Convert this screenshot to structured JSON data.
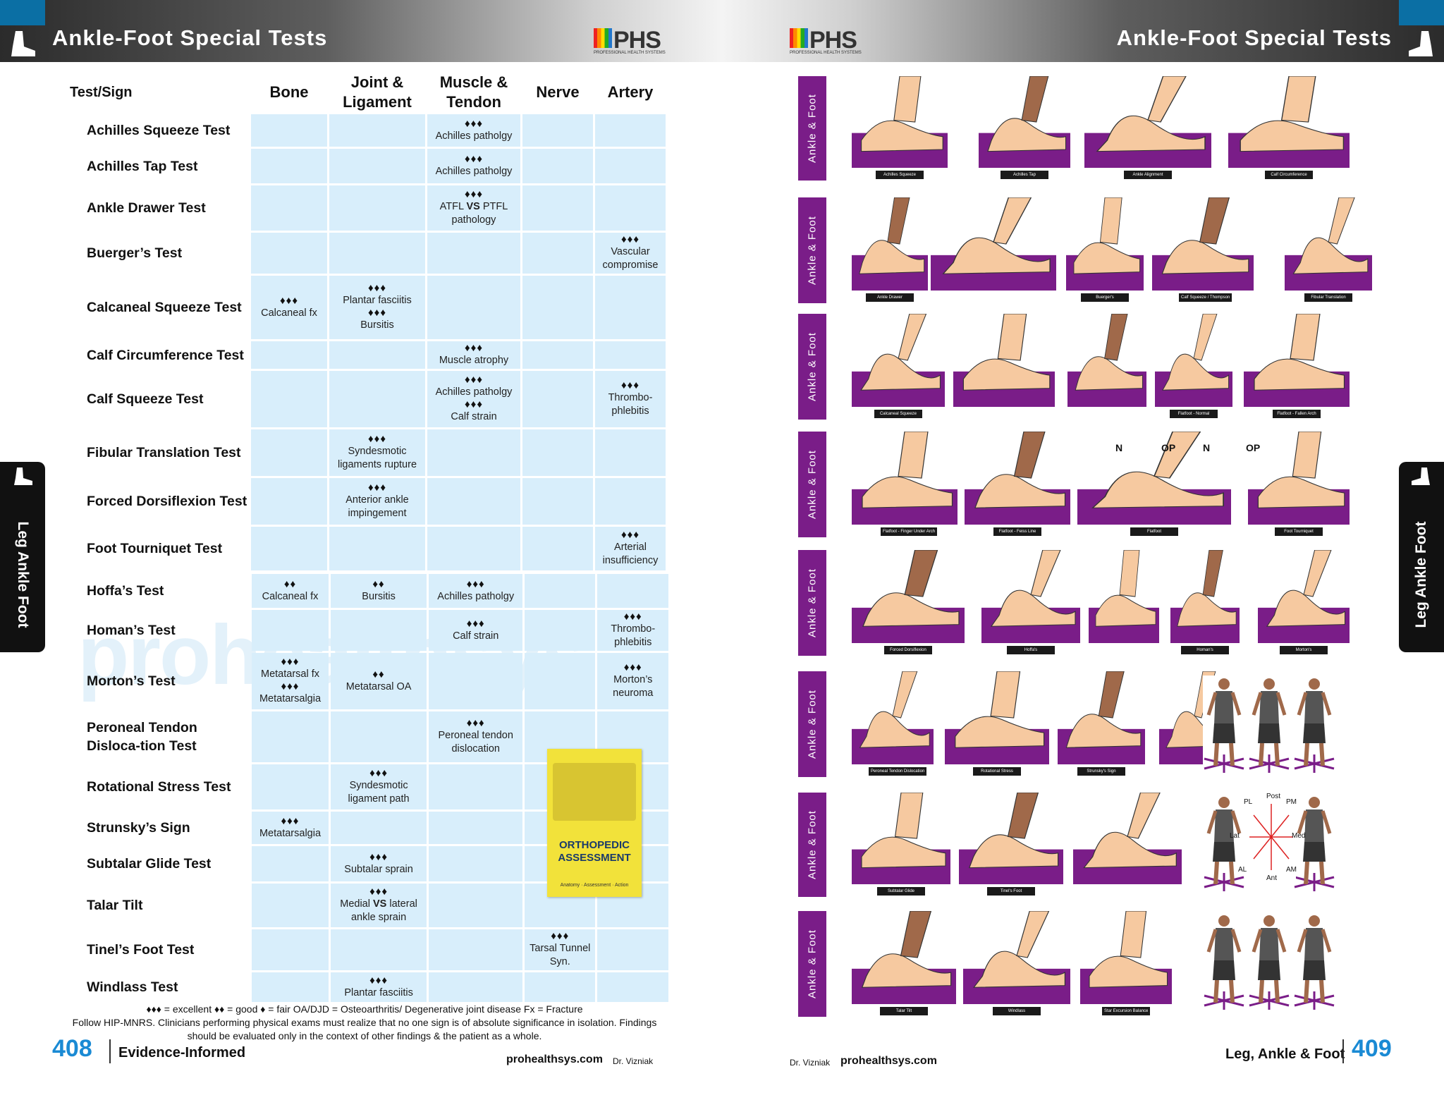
{
  "left": {
    "title": "Ankle-Foot Special Tests",
    "logo": {
      "text": "PHS",
      "sub": "PROFESSIONAL HEALTH SYSTEMS"
    },
    "headers": [
      "Test/Sign",
      "Bone",
      "Joint & Ligament",
      "Muscle & Tendon",
      "Nerve",
      "Artery"
    ],
    "rows_a": [
      {
        "test": "Achilles Squeeze Test",
        "cells": [
          "",
          "",
          "♦♦♦|Achilles patholgy",
          "",
          ""
        ]
      },
      {
        "test": "Achilles Tap Test",
        "cells": [
          "",
          "",
          "♦♦♦|Achilles patholgy",
          "",
          ""
        ]
      },
      {
        "test": "Ankle Drawer Test",
        "cells": [
          "",
          "",
          "♦♦♦|ATFL VS PTFL pathology",
          "",
          ""
        ]
      },
      {
        "test": "Buerger’s Test",
        "cells": [
          "",
          "",
          "",
          "",
          "♦♦♦|Vascular compromise"
        ]
      },
      {
        "test": "Calcaneal Squeeze Test",
        "cells": [
          "♦♦♦|Calcaneal fx",
          "♦♦♦|Plantar fasciitis|♦♦♦|Bursitis",
          "",
          "",
          ""
        ]
      },
      {
        "test": "Calf Circumference Test",
        "cells": [
          "",
          "",
          "♦♦♦|Muscle atrophy",
          "",
          ""
        ]
      },
      {
        "test": "Calf Squeeze Test",
        "cells": [
          "",
          "",
          "♦♦♦|Achilles patholgy|♦♦♦|Calf strain",
          "",
          "♦♦♦|Thrombo-phlebitis"
        ]
      },
      {
        "test": "Fibular Translation Test",
        "cells": [
          "",
          "♦♦♦|Syndesmotic ligaments rupture",
          "",
          "",
          ""
        ]
      },
      {
        "test": "Forced Dorsiflexion Test",
        "cells": [
          "",
          "♦♦♦|Anterior ankle impingement",
          "",
          "",
          ""
        ]
      },
      {
        "test": "Foot Tourniquet Test",
        "cells": [
          "",
          "",
          "",
          "",
          "♦♦♦|Arterial insufficiency"
        ]
      }
    ],
    "rows_b": [
      {
        "test": "Hoffa’s Test",
        "cells": [
          "♦♦|Calcaneal fx",
          "♦♦|Bursitis",
          "♦♦♦|Achilles patholgy",
          "",
          ""
        ]
      },
      {
        "test": "Homan’s Test",
        "cells": [
          "",
          "",
          "♦♦♦|Calf strain",
          "",
          "♦♦♦|Thrombo-phlebitis"
        ]
      },
      {
        "test": "Morton’s Test",
        "cells": [
          "♦♦♦|Metatarsal fx|♦♦♦|Metatarsalgia",
          "♦♦|Metatarsal OA",
          "",
          "",
          "♦♦♦|Morton’s neuroma"
        ]
      },
      {
        "test": "Peroneal Tendon Disloca-tion Test",
        "cells": [
          "",
          "",
          "♦♦♦|Peroneal tendon dislocation",
          "",
          ""
        ]
      },
      {
        "test": "Rotational Stress Test",
        "cells": [
          "",
          "♦♦♦|Syndesmotic ligament path",
          "",
          "",
          ""
        ]
      },
      {
        "test": "Strunsky’s Sign",
        "cells": [
          "♦♦♦|Metatarsalgia",
          "",
          "",
          "",
          ""
        ]
      },
      {
        "test": "Subtalar Glide Test",
        "cells": [
          "",
          "♦♦♦|Subtalar sprain",
          "",
          "",
          ""
        ]
      },
      {
        "test": "Talar Tilt",
        "cells": [
          "",
          "♦♦♦|Medial VS lateral ankle sprain",
          "",
          "",
          ""
        ]
      },
      {
        "test": "Tinel’s Foot Test",
        "cells": [
          "",
          "",
          "",
          "♦♦♦|Tarsal Tunnel Syn.",
          ""
        ]
      },
      {
        "test": "Windlass Test",
        "cells": [
          "",
          "♦♦♦|Plantar fasciitis",
          "",
          "",
          ""
        ]
      }
    ],
    "legend_line1": "♦♦♦ = excellent   ♦♦ = good   ♦ = fair     OA/DJD = Osteoarthritis/ Degenerative joint disease     Fx = Fracture",
    "legend_line2": "Follow HIP-MNRS. Clinicians performing physical exams must realize that no one sign is of absolute significance in isolation. Findings should be evaluated only in the context of other findings & the patient as a whole.",
    "page_number": "408",
    "footer_label": "Evidence-Informed",
    "site": "prohealthsys.com",
    "author": "Dr. Vizniak",
    "side_tab": "Leg Ankle Foot",
    "book": {
      "title": "ORTHOPEDIC ASSESSMENT",
      "sub": "Anatomy · Assessment · Action"
    },
    "watermark": "prohealthsys"
  },
  "right": {
    "title": "Ankle-Foot Special Tests",
    "band_label": "Ankle & Foot",
    "page_number": "409",
    "footer_label": "Leg, Ankle & Foot",
    "site": "prohealthsys.com",
    "author": "Dr. Vizniak",
    "side_tab": "Leg Ankle Foot",
    "captions": [
      [
        "Achilles Squeeze",
        "Achilles Tap",
        "Ankle Alignment",
        "Calf Circumference"
      ],
      [
        "Ankle Drawer",
        "Buerger's",
        "Calf Squeeze / Thompson",
        "Fibular Translation"
      ],
      [
        "Calcaneal Squeeze",
        "Flatfoot - Normal",
        "Flatfoot - Fallen Arch"
      ],
      [
        "Flatfoot - Finger Under Arch",
        "Flatfoot - Feiss Line",
        "Flatfoot",
        "Foot Tourniquet"
      ],
      [
        "Forced Dorsiflexion",
        "Hoffa's",
        "Homan's",
        "Morton's"
      ],
      [
        "Peroneal Tendon Dislocation",
        "Rotational Stress",
        "Strunsky's Sign"
      ],
      [
        "Subtalar Glide",
        "Tinel's Foot"
      ],
      [
        "Talar Tilt",
        "Windlass",
        "Star Excursion Balance"
      ]
    ],
    "flat_labels": [
      "N",
      "OP",
      "N",
      "OP"
    ],
    "star_labels": {
      "post": "Post",
      "pl": "PL",
      "pm": "PM",
      "lat": "Lat",
      "med": "Med",
      "al": "AL",
      "am": "AM",
      "ant": "Ant"
    },
    "colors": {
      "purple": "#7a1d88",
      "skin": "#f6c9a0",
      "skin_dark": "#a0694a",
      "cap": "#1a1a1a"
    }
  }
}
